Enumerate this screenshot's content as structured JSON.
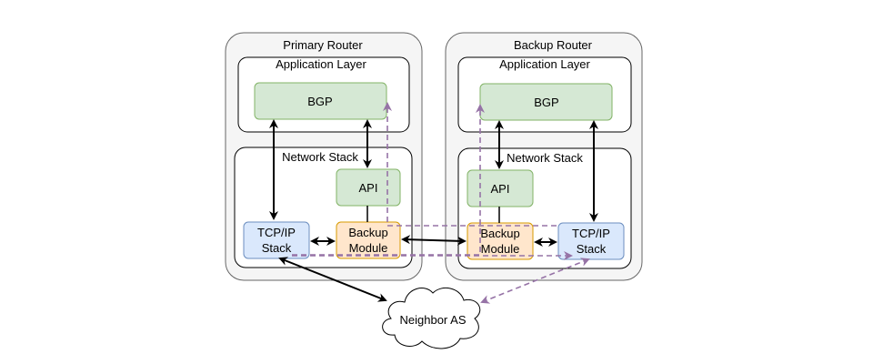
{
  "diagram": {
    "primary_router": {
      "title": "Primary Router",
      "application_layer": "Application Layer",
      "bgp": "BGP",
      "network_stack": "Network Stack",
      "api": "API",
      "tcpip_line1": "TCP/IP",
      "tcpip_line2": "Stack",
      "backup_line1": "Backup",
      "backup_line2": "Module"
    },
    "backup_router": {
      "title": "Backup Router",
      "application_layer": "Application Layer",
      "bgp": "BGP",
      "network_stack": "Network Stack",
      "api": "API",
      "tcpip_line1": "TCP/IP",
      "tcpip_line2": "Stack",
      "backup_line1": "Backup",
      "backup_line2": "Module"
    },
    "neighbor": "Neighbor AS"
  },
  "colors": {
    "router_fill": "#f5f5f5",
    "router_stroke": "#666666",
    "green_fill": "#d5e8d4",
    "green_stroke": "#82b366",
    "orange_fill": "#ffe6cc",
    "orange_stroke": "#d79b00",
    "blue_fill": "#dae8fc",
    "blue_stroke": "#6c8ebf",
    "purple_dashed": "#9673a6"
  }
}
